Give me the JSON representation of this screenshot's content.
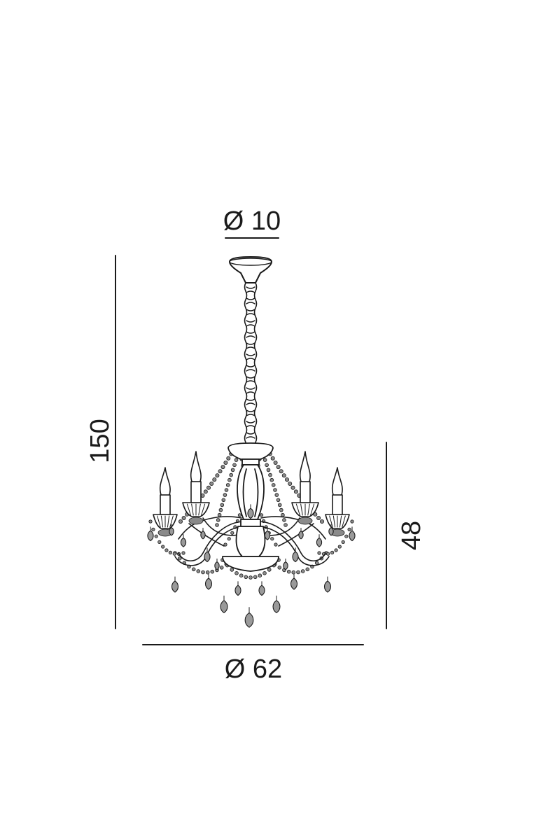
{
  "dimensions": {
    "canopy_diameter": "Ø 10",
    "overall_diameter": "Ø 62",
    "total_height": "150",
    "body_height": "48"
  },
  "colors": {
    "line": "#1a1a1a",
    "background": "#ffffff",
    "crystal": "#8a8a8a"
  }
}
